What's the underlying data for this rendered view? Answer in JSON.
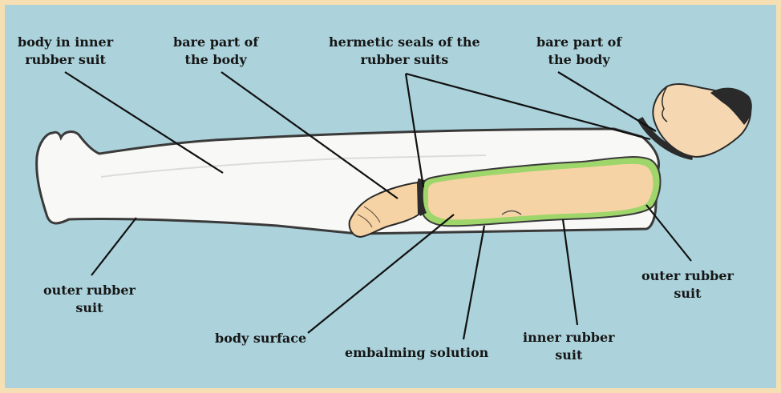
{
  "labels": {
    "body_in_inner_rubber_suit": [
      "body in inner",
      "rubber suit"
    ],
    "bare_part_left": [
      "bare part of",
      "the body"
    ],
    "hermetic_seals": [
      "hermetic seals of the",
      "rubber suits"
    ],
    "bare_part_right": [
      "bare part of",
      "the body"
    ],
    "outer_rubber_suit_left": [
      "outer rubber",
      "suit"
    ],
    "outer_rubber_suit_right": [
      "outer rubber",
      "suit"
    ],
    "body_surface": "body surface",
    "embalming_solution": "embalming solution",
    "inner_rubber_suit": [
      "inner rubber",
      "suit"
    ]
  },
  "colors": {
    "background": "#acd3dc",
    "border": "#f6dfb3",
    "outer_suit": "#f8f8f6",
    "skin": "#f6d3a4",
    "embalming_solution": "#9ed66b",
    "seal": "#2b2b2b",
    "line": "#111111"
  }
}
